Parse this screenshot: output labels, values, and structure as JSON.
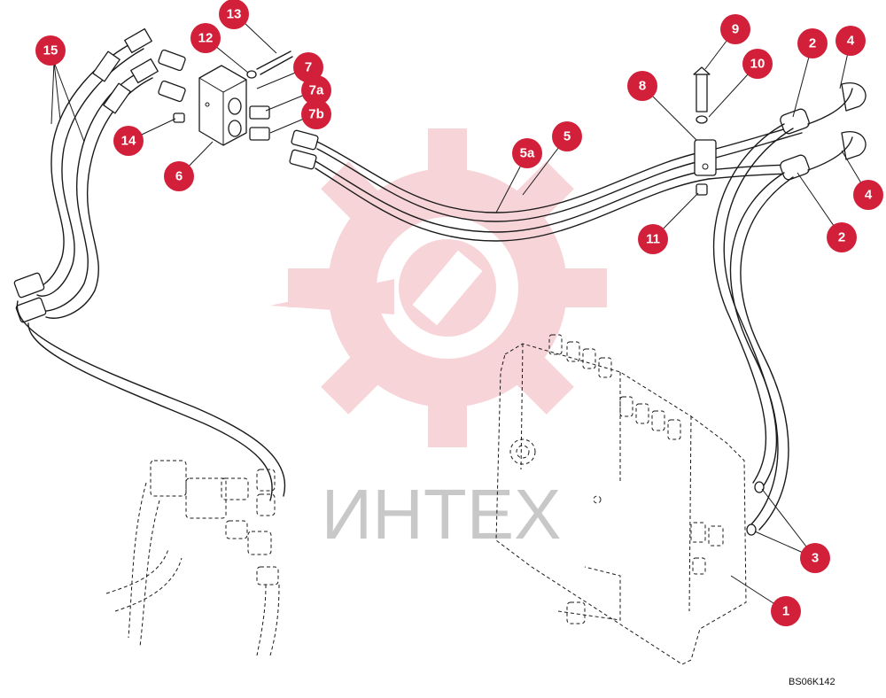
{
  "watermark": {
    "text": "ИНТЕХ",
    "color": "#f5c6cc"
  },
  "drawing_code": "BS06K142",
  "callout_color": "#d2203a",
  "callouts": [
    {
      "id": "c1",
      "label": "1"
    },
    {
      "id": "c2a",
      "label": "2"
    },
    {
      "id": "c2b",
      "label": "2"
    },
    {
      "id": "c3",
      "label": "3"
    },
    {
      "id": "c4a",
      "label": "4"
    },
    {
      "id": "c4b",
      "label": "4"
    },
    {
      "id": "c5",
      "label": "5"
    },
    {
      "id": "c5a",
      "label": "5a"
    },
    {
      "id": "c6",
      "label": "6"
    },
    {
      "id": "c7",
      "label": "7"
    },
    {
      "id": "c7a",
      "label": "7a"
    },
    {
      "id": "c7b",
      "label": "7b"
    },
    {
      "id": "c8",
      "label": "8"
    },
    {
      "id": "c9",
      "label": "9"
    },
    {
      "id": "c10",
      "label": "10"
    },
    {
      "id": "c11",
      "label": "11"
    },
    {
      "id": "c12",
      "label": "12"
    },
    {
      "id": "c13",
      "label": "13"
    },
    {
      "id": "c14",
      "label": "14"
    },
    {
      "id": "c15",
      "label": "15"
    }
  ]
}
